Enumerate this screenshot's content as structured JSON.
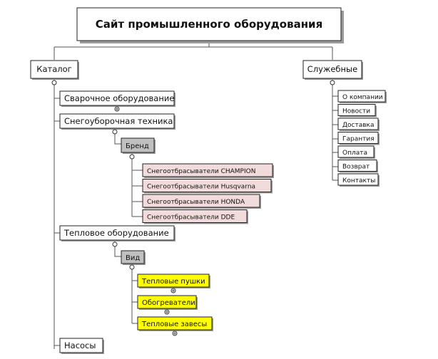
{
  "title": "Сайт промышленного оборудования",
  "catalog": {
    "label": "Каталог",
    "items": [
      "Сварочное оборудование",
      "Снегоуборочная техника",
      "Тепловое оборудование",
      "Насосы"
    ],
    "brand": {
      "label": "Бренд",
      "items": [
        "Снегоотбрасыватели CHAMPION",
        "Снегоотбрасыватели Husqvarna",
        "Снегоотбрасыватели HONDA",
        "Снегоотбрасыватели DDE"
      ]
    },
    "kind": {
      "label": "Вид",
      "items": [
        "Тепловые пушки",
        "Обогреватели",
        "Тепловые завесы"
      ]
    }
  },
  "service": {
    "label": "Служебные",
    "items": [
      "О компании",
      "Новости",
      "Доставка",
      "Гарантия",
      "Оплата",
      "Возврат",
      "Контакты"
    ]
  },
  "colors": {
    "brand_box": "#c0c0c0",
    "brand_item": "#f2dcdb",
    "kind_box": "#c0c0c0",
    "kind_item": "#ffff00",
    "plain": "#ffffff"
  }
}
